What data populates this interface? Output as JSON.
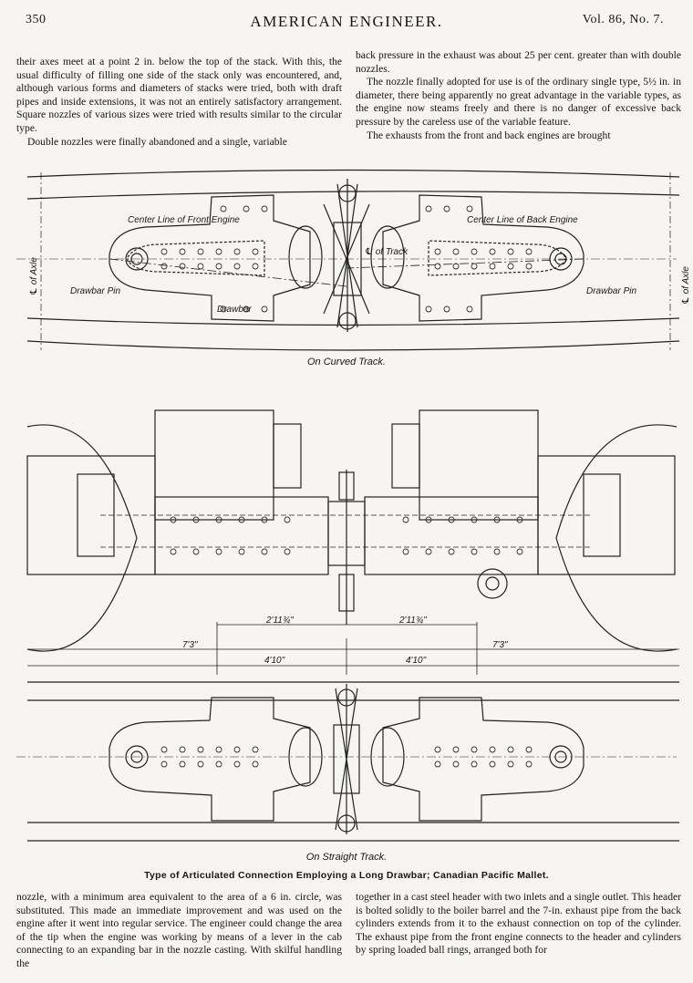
{
  "header": {
    "page_number": "350",
    "journal_title": "AMERICAN ENGINEER.",
    "volume": "Vol. 86, No. 7."
  },
  "top_text": {
    "left_col": [
      "their axes meet at a point 2 in. below the top of the stack. With this, the usual difficulty of filling one side of the stack only was encountered, and, although various forms and diameters of stacks were tried, both with draft pipes and inside extensions, it was not an entirely satisfactory arrangement. Square nozzles of various sizes were tried with results similar to the circular type.",
      "Double nozzles were finally abandoned and a single, variable"
    ],
    "right_col": [
      "back pressure in the exhaust was about 25 per cent. greater than with double nozzles.",
      "The nozzle finally adopted for use is of the ordinary single type, 5½ in. in diameter, there being apparently no great advantage in the variable types, as the engine now steams freely and there is no danger of excessive back pressure by the careless use of the variable feature.",
      "The exhausts from the front and back engines are brought"
    ]
  },
  "figure": {
    "top_view": {
      "labels": {
        "center_front": "Center Line of Front Engine",
        "center_back": "Center Line of Back Engine",
        "track": "℄ of Track",
        "axle_left": "℄ of Axle",
        "axle_right": "℄ of Axle",
        "drawbar_pin_left": "Drawbar Pin",
        "drawbar_pin_right": "Drawbar Pin",
        "drawbar": "Drawbar"
      },
      "caption": "On Curved Track."
    },
    "middle_view": {
      "dimensions": {
        "inner_left": "2'11¾\"",
        "inner_right": "2'11¾\"",
        "outer_left": "7'3\"",
        "mid_left": "4'10\"",
        "mid_right": "4'10\"",
        "outer_right": "7'3\""
      }
    },
    "bottom_view": {
      "caption": "On Straight Track."
    },
    "caption": "Type of Articulated Connection Employing a Long Drawbar; Canadian Pacific Mallet."
  },
  "bottom_text": {
    "left_col": [
      "nozzle, with a minimum area equivalent to the area of a 6 in. circle, was substituted. This made an immediate improvement and was used on the engine after it went into regular service. The engineer could change the area of the tip when the engine was working by means of a lever in the cab connecting to an expanding bar in the nozzle casting. With skilful handling the"
    ],
    "right_col": [
      "together in a cast steel header with two inlets and a single outlet. This header is bolted solidly to the boiler barrel and the 7-in. exhaust pipe from the back cylinders extends from it to the exhaust connection on top of the cylinder. The exhaust pipe from the front engine connects to the header and cylinders by spring loaded ball rings, arranged both for"
    ]
  }
}
